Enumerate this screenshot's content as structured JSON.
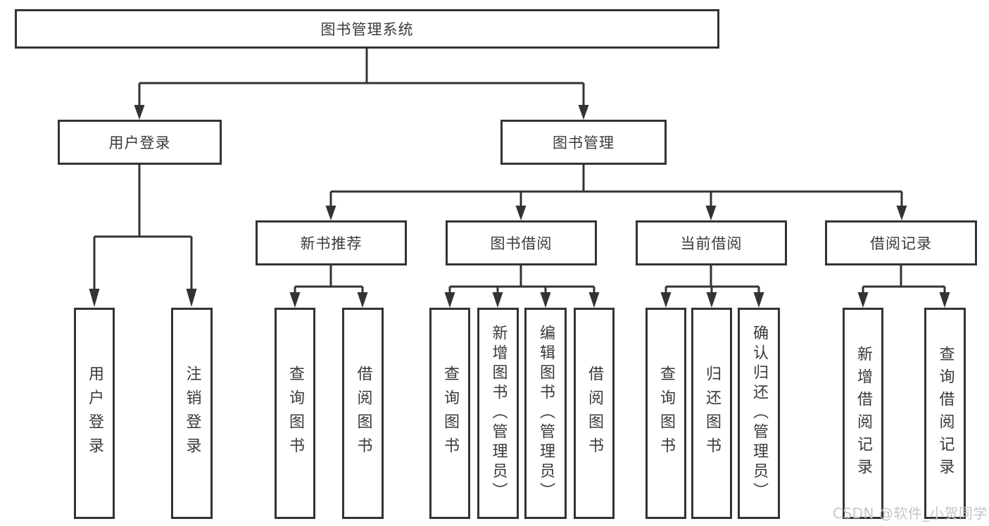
{
  "colors": {
    "line": "#333333",
    "box_border": "#333333",
    "text": "#3a3a3a",
    "watermark": "#c6c6c6",
    "background": "#ffffff"
  },
  "diagram": {
    "title": "图书管理系统",
    "branches": [
      {
        "label": "用户登录",
        "children": [
          {
            "label": "用户登录"
          },
          {
            "label": "注销登录"
          }
        ]
      },
      {
        "label": "图书管理",
        "children": [
          {
            "label": "新书推荐",
            "children": [
              {
                "label": "查询图书"
              },
              {
                "label": "借阅图书"
              }
            ]
          },
          {
            "label": "图书借阅",
            "children": [
              {
                "label": "查询图书"
              },
              {
                "label": "新增图书（管理员）"
              },
              {
                "label": "编辑图书（管理员）"
              },
              {
                "label": "借阅图书"
              }
            ]
          },
          {
            "label": "当前借阅",
            "children": [
              {
                "label": "查询图书"
              },
              {
                "label": "归还图书"
              },
              {
                "label": "确认归还（管理员）"
              }
            ]
          },
          {
            "label": "借阅记录",
            "children": [
              {
                "label": "新增借阅记录"
              },
              {
                "label": "查询借阅记录"
              }
            ]
          }
        ]
      }
    ]
  },
  "watermark": {
    "text": "CSDN @软件_小贺同学"
  }
}
